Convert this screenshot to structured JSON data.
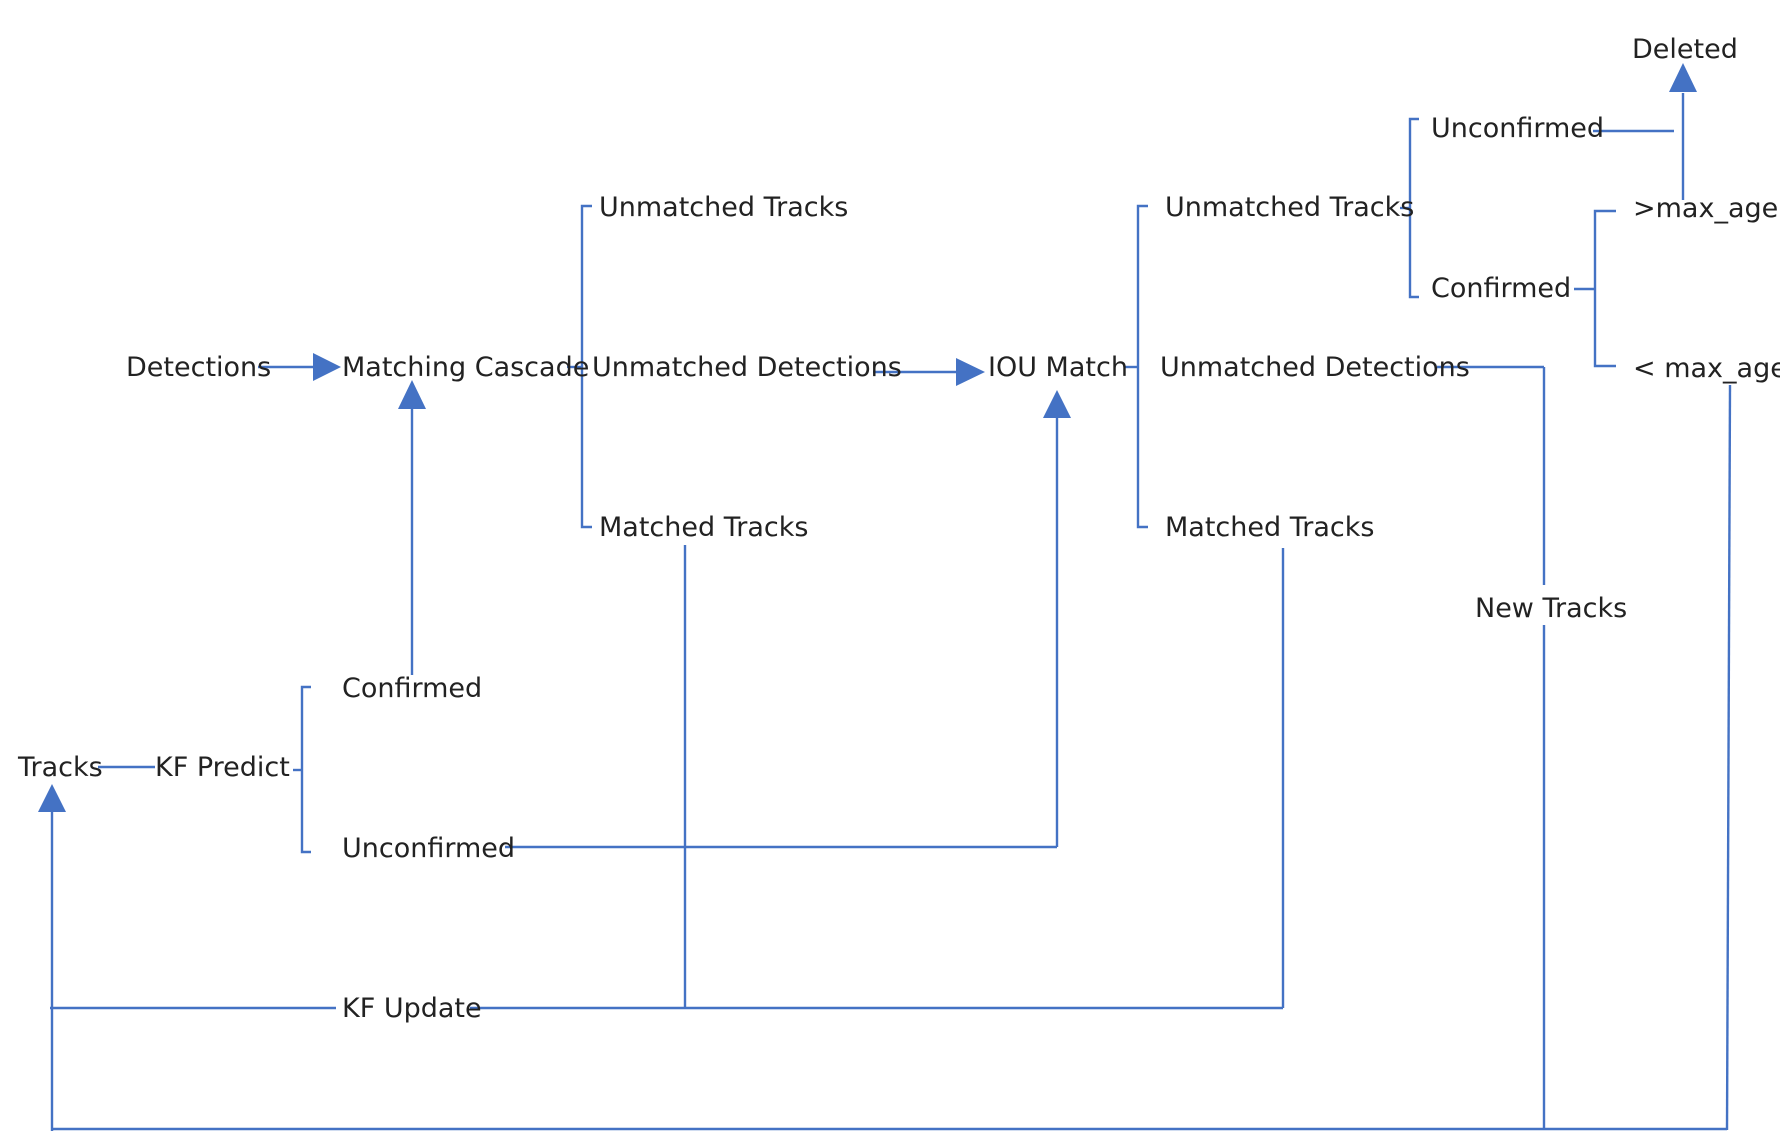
{
  "labels": {
    "detections": "Detections",
    "matching_cascade": "Matching Cascade",
    "mc_unmatched_tracks": "Unmatched Tracks",
    "mc_unmatched_detections": "Unmatched Detections",
    "mc_matched_tracks": "Matched Tracks",
    "iou_match": "IOU Match",
    "iou_unmatched_tracks": "Unmatched Tracks",
    "iou_unmatched_detections": "Unmatched Detections",
    "iou_matched_tracks": "Matched Tracks",
    "ut_unconfirmed": "Unconfirmed",
    "ut_confirmed": "Confirmed",
    "deleted": "Deleted",
    "gt_max_age": ">max_age",
    "lt_max_age": "< max_age",
    "new_tracks": "New Tracks",
    "tracks": "Tracks",
    "kf_predict": "KF Predict",
    "kp_confirmed": "Confirmed",
    "kp_unconfirmed": "Unconfirmed",
    "kf_update": "KF Update"
  },
  "colors": {
    "line": "#4472c4",
    "text": "#222222",
    "background": "#ffffff"
  }
}
